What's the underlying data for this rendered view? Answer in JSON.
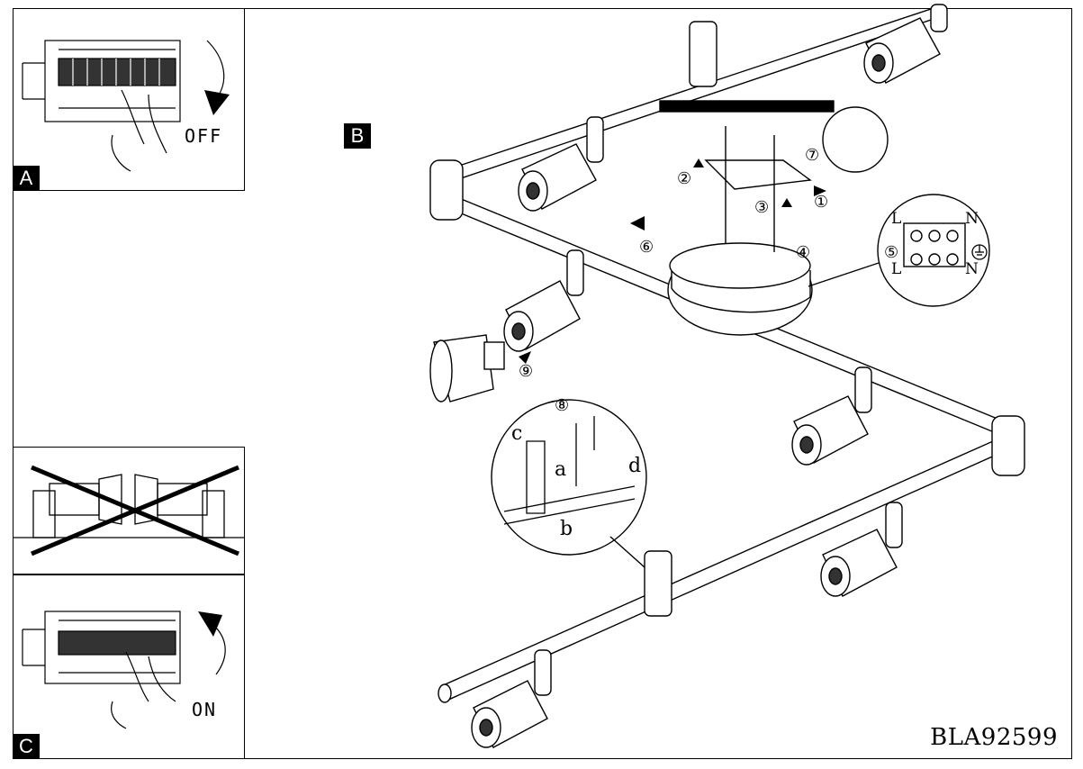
{
  "panels": {
    "a": {
      "tag": "A",
      "label": "OFF"
    },
    "b": {
      "tag": "B"
    },
    "c": {
      "tag": "C",
      "label": "ON"
    }
  },
  "steps": [
    "①",
    "②",
    "③",
    "④",
    "⑤",
    "⑥",
    "⑦",
    "⑧",
    "⑨"
  ],
  "terminal_labels": {
    "live": "L",
    "neutral": "N"
  },
  "detail_labels": {
    "a": "a",
    "b": "b",
    "c": "c",
    "d": "d"
  },
  "model_number": "BLA92599"
}
